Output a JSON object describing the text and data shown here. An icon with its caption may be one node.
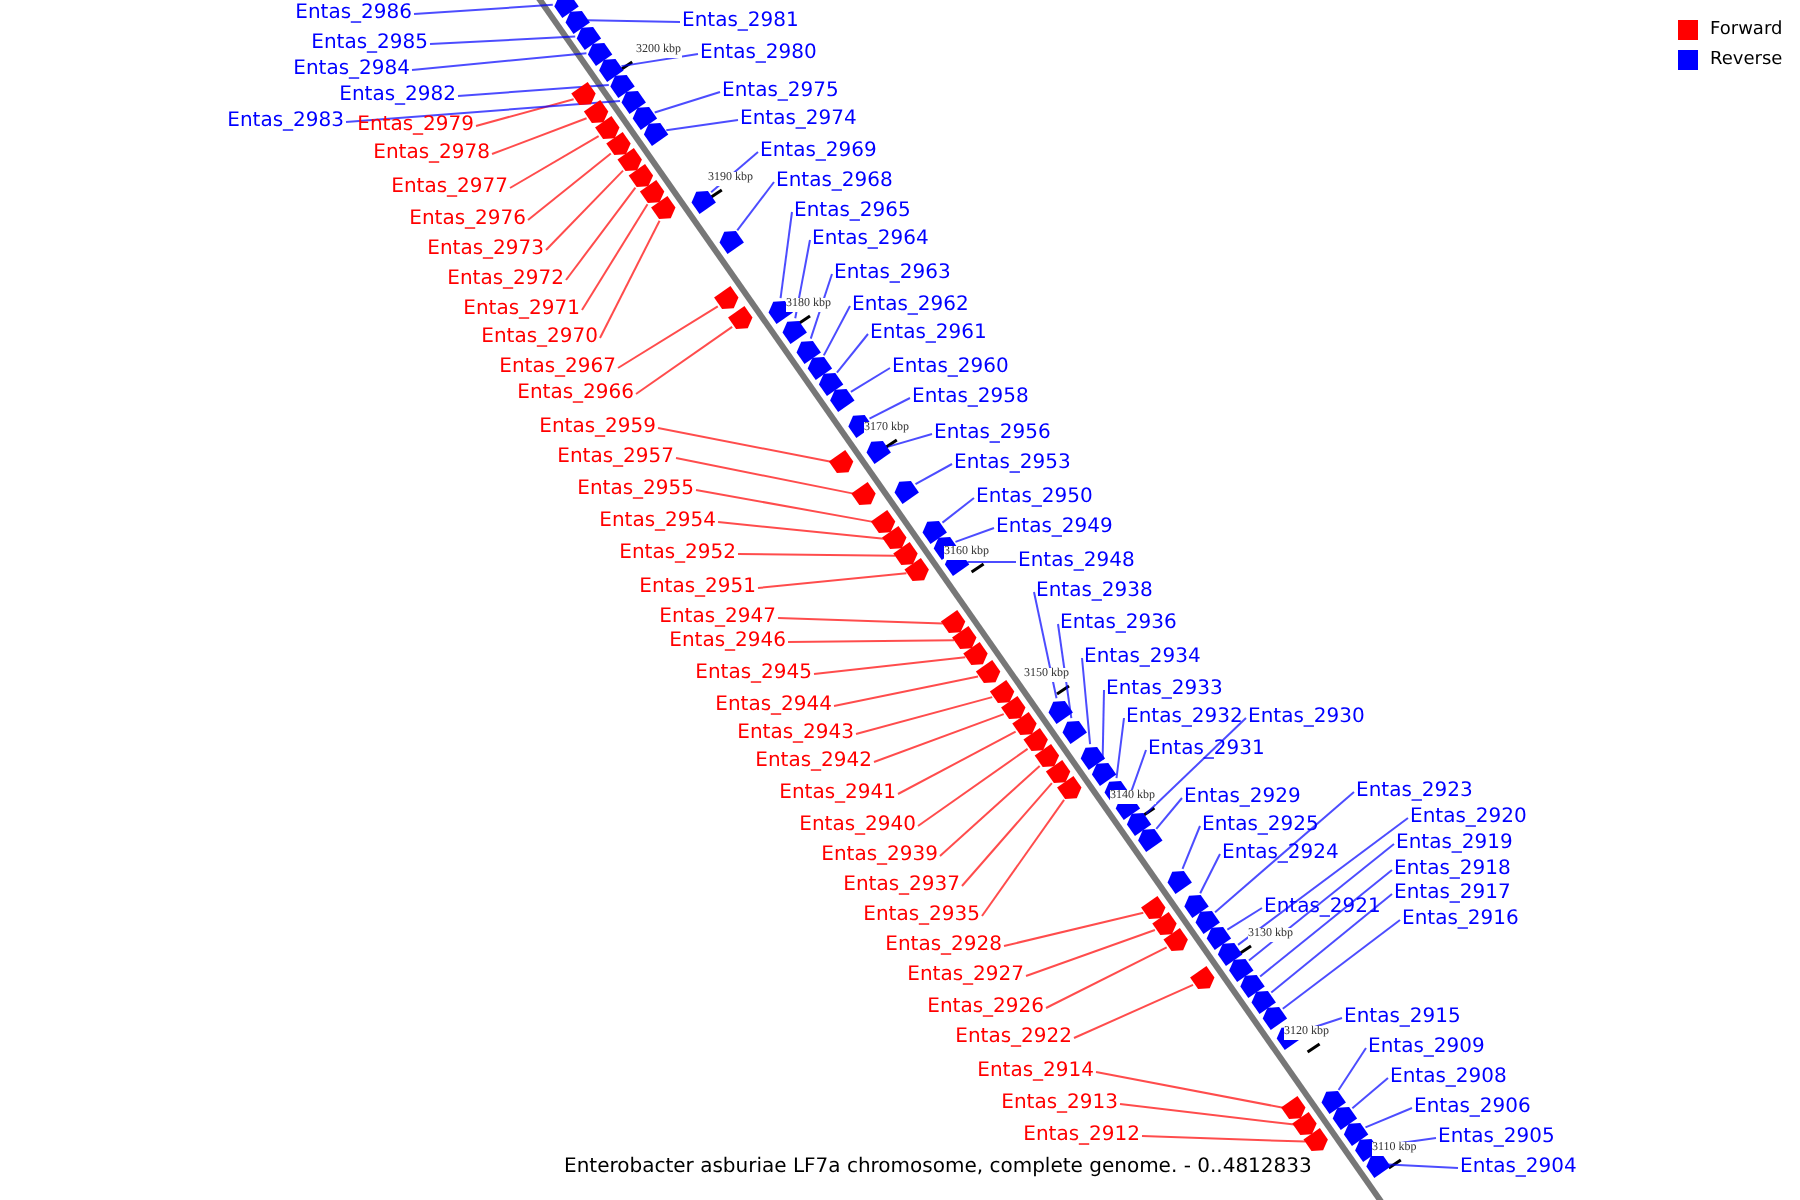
{
  "diagram": {
    "caption": "Enterobacter asburiae LF7a chromosome, complete genome. - 0..4812833",
    "nodes": [
      {
        "text": [
          "Entas_2986"
        ]
      },
      {
        "text": [
          "Entas_2985"
        ]
      },
      {
        "text": [
          "Entas_2984"
        ]
      },
      {
        "text": [
          "Entas_2982"
        ]
      },
      {
        "text": [
          "Entas_2983"
        ]
      },
      {
        "text": [
          "Entas_2981"
        ]
      },
      {
        "text": [
          "Entas_2980"
        ]
      },
      {
        "text": [
          "Entas_2975"
        ]
      },
      {
        "text": [
          "Entas_2974"
        ]
      },
      {
        "text": [
          "Entas_2969"
        ]
      },
      {
        "text": [
          "Entas_2968"
        ]
      },
      {
        "text": [
          "Entas_2965"
        ]
      },
      {
        "text": [
          "Entas_2964"
        ]
      },
      {
        "text": [
          "Entas_2963"
        ]
      },
      {
        "text": [
          "Entas_2962"
        ]
      },
      {
        "text": [
          "Entas_2961"
        ]
      },
      {
        "text": [
          "Entas_2960"
        ]
      },
      {
        "text": [
          "Entas_2958"
        ]
      },
      {
        "text": [
          "Entas_2956"
        ]
      },
      {
        "text": [
          "Entas_2953"
        ]
      },
      {
        "text": [
          "Entas_2950"
        ]
      },
      {
        "text": [
          "Entas_2949"
        ]
      },
      {
        "text": [
          "Entas_2948"
        ]
      },
      {
        "text": [
          "Entas_2938"
        ]
      },
      {
        "text": [
          "Entas_2936"
        ]
      },
      {
        "text": [
          "Entas_2934"
        ]
      },
      {
        "text": [
          "Entas_2933"
        ]
      },
      {
        "text": [
          "Entas_2932"
        ]
      },
      {
        "text": [
          "Entas_2930"
        ]
      },
      {
        "text": [
          "Entas_2931"
        ]
      },
      {
        "text": [
          "Entas_2929"
        ]
      },
      {
        "text": [
          "Entas_2925"
        ]
      },
      {
        "text": [
          "Entas_2924"
        ]
      },
      {
        "text": [
          "Entas_2923"
        ]
      },
      {
        "text": [
          "Entas_2920"
        ]
      },
      {
        "text": [
          "Entas_2919"
        ]
      },
      {
        "text": [
          "Entas_2918"
        ]
      },
      {
        "text": [
          "Entas_2917"
        ]
      },
      {
        "text": [
          "Entas_2921"
        ]
      },
      {
        "text": [
          "Entas_2916"
        ]
      },
      {
        "text": [
          "Entas_2915"
        ]
      },
      {
        "text": [
          "Entas_2909"
        ]
      },
      {
        "text": [
          "Entas_2908"
        ]
      },
      {
        "text": [
          "Entas_2906"
        ]
      },
      {
        "text": [
          "Entas_2905"
        ]
      },
      {
        "text": [
          "Entas_2904"
        ]
      },
      {
        "text": [
          "Entas_2979"
        ]
      },
      {
        "text": [
          "Entas_2978"
        ]
      },
      {
        "text": [
          "Entas_2977"
        ]
      },
      {
        "text": [
          "Entas_2976"
        ]
      },
      {
        "text": [
          "Entas_2973"
        ]
      },
      {
        "text": [
          "Entas_2972"
        ]
      },
      {
        "text": [
          "Entas_2971"
        ]
      },
      {
        "text": [
          "Entas_2970"
        ]
      },
      {
        "text": [
          "Entas_2967"
        ]
      },
      {
        "text": [
          "Entas_2966"
        ]
      },
      {
        "text": [
          "Entas_2959"
        ]
      },
      {
        "text": [
          "Entas_2957"
        ]
      },
      {
        "text": [
          "Entas_2955"
        ]
      },
      {
        "text": [
          "Entas_2954"
        ]
      },
      {
        "text": [
          "Entas_2952"
        ]
      },
      {
        "text": [
          "Entas_2951"
        ]
      },
      {
        "text": [
          "Entas_2947"
        ]
      },
      {
        "text": [
          "Entas_2946"
        ]
      },
      {
        "text": [
          "Entas_2945"
        ]
      },
      {
        "text": [
          "Entas_2944"
        ]
      },
      {
        "text": [
          "Entas_2943"
        ]
      },
      {
        "text": [
          "Entas_2942"
        ]
      },
      {
        "text": [
          "Entas_2941"
        ]
      },
      {
        "text": [
          "Entas_2940"
        ]
      },
      {
        "text": [
          "Entas_2939"
        ]
      },
      {
        "text": [
          "Entas_2937"
        ]
      },
      {
        "text": [
          "Entas_2935"
        ]
      },
      {
        "text": [
          "Entas_2928"
        ]
      },
      {
        "text": [
          "Entas_2927"
        ]
      },
      {
        "text": [
          "Entas_2926"
        ]
      },
      {
        "text": [
          "Entas_2922"
        ]
      },
      {
        "text": [
          "Entas_2914"
        ]
      },
      {
        "text": [
          "Entas_2913"
        ]
      },
      {
        "text": [
          "Entas_2912"
        ]
      },
      {
        "text": [],
        "shape": "box"
      },
      {
        "text": [],
        "shape": "box"
      },
      {
        "text": [],
        "shape": "box"
      },
      {
        "text": [],
        "shape": "box"
      },
      {
        "text": [],
        "shape": "box"
      },
      {
        "text": [],
        "shape": "box"
      },
      {
        "text": [],
        "shape": "box"
      },
      {
        "text": [],
        "shape": "box"
      },
      {
        "text": [],
        "shape": "box"
      },
      {
        "text": [],
        "shape": "box"
      },
      {
        "text": [],
        "shape": "box"
      },
      {
        "text": [],
        "shape": "box"
      },
      {
        "text": [],
        "shape": "box"
      },
      {
        "text": [],
        "shape": "box"
      },
      {
        "text": [],
        "shape": "box"
      },
      {
        "text": [],
        "shape": "box"
      },
      {
        "text": [],
        "shape": "box"
      },
      {
        "text": [],
        "shape": "box"
      },
      {
        "text": [],
        "shape": "box"
      },
      {
        "text": [],
        "shape": "box"
      },
      {
        "text": [],
        "shape": "box"
      },
      {
        "text": [],
        "shape": "box"
      },
      {
        "text": [],
        "shape": "box"
      },
      {
        "text": [],
        "shape": "box"
      },
      {
        "text": [],
        "shape": "box"
      },
      {
        "text": [],
        "shape": "box"
      },
      {
        "text": [],
        "shape": "box"
      },
      {
        "text": [],
        "shape": "box"
      },
      {
        "text": [],
        "shape": "box"
      },
      {
        "text": [],
        "shape": "box"
      },
      {
        "text": [],
        "shape": "box"
      },
      {
        "text": [],
        "shape": "box"
      },
      {
        "text": [],
        "shape": "box"
      },
      {
        "text": [],
        "shape": "box"
      },
      {
        "text": [],
        "shape": "box"
      },
      {
        "text": [],
        "shape": "box"
      },
      {
        "text": [],
        "shape": "box"
      },
      {
        "text": [],
        "shape": "box"
      },
      {
        "text": [],
        "shape": "box"
      },
      {
        "text": [],
        "shape": "box"
      },
      {
        "text": [],
        "shape": "box"
      },
      {
        "text": [],
        "shape": "box"
      },
      {
        "text": [],
        "shape": "box"
      },
      {
        "text": [],
        "shape": "box"
      },
      {
        "text": [],
        "shape": "box"
      },
      {
        "text": [],
        "shape": "box"
      },
      {
        "text": [],
        "shape": "box"
      },
      {
        "text": [],
        "shape": "box"
      },
      {
        "text": [],
        "shape": "box"
      },
      {
        "text": [],
        "shape": "box"
      },
      {
        "text": [],
        "shape": "box"
      },
      {
        "text": [],
        "shape": "box"
      },
      {
        "text": [],
        "shape": "box"
      },
      {
        "text": [],
        "shape": "box"
      },
      {
        "text": [],
        "shape": "box"
      },
      {
        "text": [],
        "shape": "box"
      },
      {
        "text": [],
        "shape": "box"
      },
      {
        "text": [],
        "shape": "box"
      },
      {
        "text": [],
        "shape": "box"
      },
      {
        "text": [],
        "shape": "box"
      },
      {
        "text": [],
        "shape": "box"
      },
      {
        "text": [],
        "shape": "box"
      },
      {
        "text": [],
        "shape": "box"
      },
      {
        "text": [],
        "shape": "box"
      },
      {
        "text": [],
        "shape": "box"
      },
      {
        "text": [],
        "shape": "box"
      },
      {
        "text": [],
        "shape": "box"
      },
      {
        "text": [],
        "shape": "box"
      },
      {
        "text": [],
        "shape": "box"
      },
      {
        "text": [],
        "shape": "box"
      },
      {
        "text": [],
        "shape": "box"
      },
      {
        "text": [],
        "shape": "box"
      },
      {
        "text": [],
        "shape": "box"
      },
      {
        "text": [],
        "shape": "box"
      },
      {
        "text": [],
        "shape": "box"
      },
      {
        "text": [],
        "shape": "box"
      },
      {
        "text": [],
        "shape": "box"
      },
      {
        "text": [],
        "shape": "box"
      },
      {
        "text": [],
        "shape": "box"
      },
      {
        "text": [],
        "shape": "box"
      }
    ],
    "edges": [
      {
        "from": 0,
        "to": 80,
        "arrow": "none"
      },
      {
        "from": 1,
        "to": 82,
        "arrow": "none"
      },
      {
        "from": 2,
        "to": 83,
        "arrow": "none"
      },
      {
        "from": 3,
        "to": 85,
        "arrow": "none"
      },
      {
        "from": 4,
        "to": 86,
        "arrow": "none"
      },
      {
        "from": 5,
        "to": 81,
        "arrow": "none"
      },
      {
        "from": 6,
        "to": 84,
        "arrow": "none"
      },
      {
        "from": 7,
        "to": 88,
        "arrow": "none"
      },
      {
        "from": 8,
        "to": 90,
        "arrow": "none"
      },
      {
        "from": 9,
        "to": 96,
        "arrow": "none"
      },
      {
        "from": 10,
        "to": 98,
        "arrow": "none"
      },
      {
        "from": 11,
        "to": 100,
        "arrow": "none"
      },
      {
        "from": 12,
        "to": 102,
        "arrow": "none"
      },
      {
        "from": 13,
        "to": 103,
        "arrow": "none"
      },
      {
        "from": 14,
        "to": 104,
        "arrow": "none"
      },
      {
        "from": 15,
        "to": 105,
        "arrow": "none"
      },
      {
        "from": 16,
        "to": 106,
        "arrow": "none"
      },
      {
        "from": 17,
        "to": 107,
        "arrow": "none"
      },
      {
        "from": 18,
        "to": 108,
        "arrow": "none"
      },
      {
        "from": 19,
        "to": 110,
        "arrow": "none"
      },
      {
        "from": 20,
        "to": 113,
        "arrow": "none"
      },
      {
        "from": 21,
        "to": 115,
        "arrow": "none"
      },
      {
        "from": 22,
        "to": 117,
        "arrow": "none"
      },
      {
        "from": 23,
        "to": 124,
        "arrow": "none"
      },
      {
        "from": 24,
        "to": 127,
        "arrow": "none"
      },
      {
        "from": 25,
        "to": 130,
        "arrow": "none"
      },
      {
        "from": 26,
        "to": 132,
        "arrow": "none"
      },
      {
        "from": 27,
        "to": 134,
        "arrow": "none"
      },
      {
        "from": 28,
        "to": 136,
        "arrow": "none"
      },
      {
        "from": 29,
        "to": 135,
        "arrow": "none"
      },
      {
        "from": 30,
        "to": 137,
        "arrow": "none"
      },
      {
        "from": 31,
        "to": 138,
        "arrow": "none"
      },
      {
        "from": 32,
        "to": 139,
        "arrow": "none"
      },
      {
        "from": 33,
        "to": 142,
        "arrow": "none"
      },
      {
        "from": 34,
        "to": 145,
        "arrow": "none"
      },
      {
        "from": 35,
        "to": 146,
        "arrow": "none"
      },
      {
        "from": 36,
        "to": 147,
        "arrow": "none"
      },
      {
        "from": 37,
        "to": 149,
        "arrow": "none"
      },
      {
        "from": 38,
        "to": 144,
        "arrow": "none"
      },
      {
        "from": 39,
        "to": 150,
        "arrow": "none"
      },
      {
        "from": 40,
        "to": 151,
        "arrow": "none"
      },
      {
        "from": 41,
        "to": 152,
        "arrow": "none"
      },
      {
        "from": 42,
        "to": 153,
        "arrow": "none"
      },
      {
        "from": 43,
        "to": 155,
        "arrow": "none"
      },
      {
        "from": 44,
        "to": 157,
        "arrow": "none"
      },
      {
        "from": 45,
        "to": 159,
        "arrow": "none"
      },
      {
        "from": 46,
        "to": 87,
        "arrow": "none",
        "color": "#ff0000"
      },
      {
        "from": 47,
        "to": 89,
        "arrow": "none",
        "color": "#ff0000"
      },
      {
        "from": 48,
        "to": 91,
        "arrow": "none",
        "color": "#ff0000"
      },
      {
        "from": 49,
        "to": 92,
        "arrow": "none",
        "color": "#ff0000"
      },
      {
        "from": 50,
        "to": 93,
        "arrow": "none",
        "color": "#ff0000"
      },
      {
        "from": 51,
        "to": 94,
        "arrow": "none",
        "color": "#ff0000"
      },
      {
        "from": 52,
        "to": 95,
        "arrow": "none",
        "color": "#ff0000"
      },
      {
        "from": 53,
        "to": 97,
        "arrow": "none",
        "color": "#ff0000"
      },
      {
        "from": 54,
        "to": 99,
        "arrow": "none",
        "color": "#ff0000"
      },
      {
        "from": 55,
        "to": 101,
        "arrow": "none",
        "color": "#ff0000"
      },
      {
        "from": 56,
        "to": 109,
        "arrow": "none",
        "color": "#ff0000"
      },
      {
        "from": 57,
        "to": 111,
        "arrow": "none",
        "color": "#ff0000"
      },
      {
        "from": 58,
        "to": 112,
        "arrow": "none",
        "color": "#ff0000"
      },
      {
        "from": 59,
        "to": 114,
        "arrow": "none",
        "color": "#ff0000"
      },
      {
        "from": 60,
        "to": 116,
        "arrow": "none",
        "color": "#ff0000"
      },
      {
        "from": 61,
        "to": 118,
        "arrow": "none",
        "color": "#ff0000"
      },
      {
        "from": 62,
        "to": 119,
        "arrow": "none",
        "color": "#ff0000"
      },
      {
        "from": 63,
        "to": 120,
        "arrow": "none",
        "color": "#ff0000"
      },
      {
        "from": 64,
        "to": 121,
        "arrow": "none",
        "color": "#ff0000"
      },
      {
        "from": 65,
        "to": 122,
        "arrow": "none",
        "color": "#ff0000"
      },
      {
        "from": 66,
        "to": 123,
        "arrow": "none",
        "color": "#ff0000"
      },
      {
        "from": 67,
        "to": 125,
        "arrow": "none",
        "color": "#ff0000"
      },
      {
        "from": 68,
        "to": 126,
        "arrow": "none",
        "color": "#ff0000"
      },
      {
        "from": 69,
        "to": 128,
        "arrow": "none",
        "color": "#ff0000"
      },
      {
        "from": 70,
        "to": 129,
        "arrow": "none",
        "color": "#ff0000"
      },
      {
        "from": 71,
        "to": 131,
        "arrow": "none",
        "color": "#ff0000"
      },
      {
        "from": 72,
        "to": 133,
        "arrow": "none",
        "color": "#ff0000"
      },
      {
        "from": 73,
        "to": 140,
        "arrow": "none",
        "color": "#ff0000"
      },
      {
        "from": 74,
        "to": 141,
        "arrow": "none",
        "color": "#ff0000"
      },
      {
        "from": 75,
        "to": 143,
        "arrow": "none",
        "color": "#ff0000"
      },
      {
        "from": 76,
        "to": 148,
        "arrow": "none",
        "color": "#ff0000"
      },
      {
        "from": 77,
        "to": 154,
        "arrow": "none",
        "color": "#ff0000"
      },
      {
        "from": 78,
        "to": 156,
        "arrow": "none",
        "color": "#ff0000"
      },
      {
        "from": 79,
        "to": 158,
        "arrow": "none",
        "color": "#ff0000"
      }
    ],
    "labels": [
      "3200 kbp",
      "3190 kbp",
      "3180 kbp",
      "3170 kbp",
      "3160 kbp",
      "3150 kbp",
      "3140 kbp",
      "3130 kbp",
      "3120 kbp",
      "3110 kbp"
    ],
    "legend": [
      {
        "text": "Forward",
        "color": "#ff0000"
      },
      {
        "text": "Reverse",
        "color": "#0000ff"
      }
    ]
  }
}
